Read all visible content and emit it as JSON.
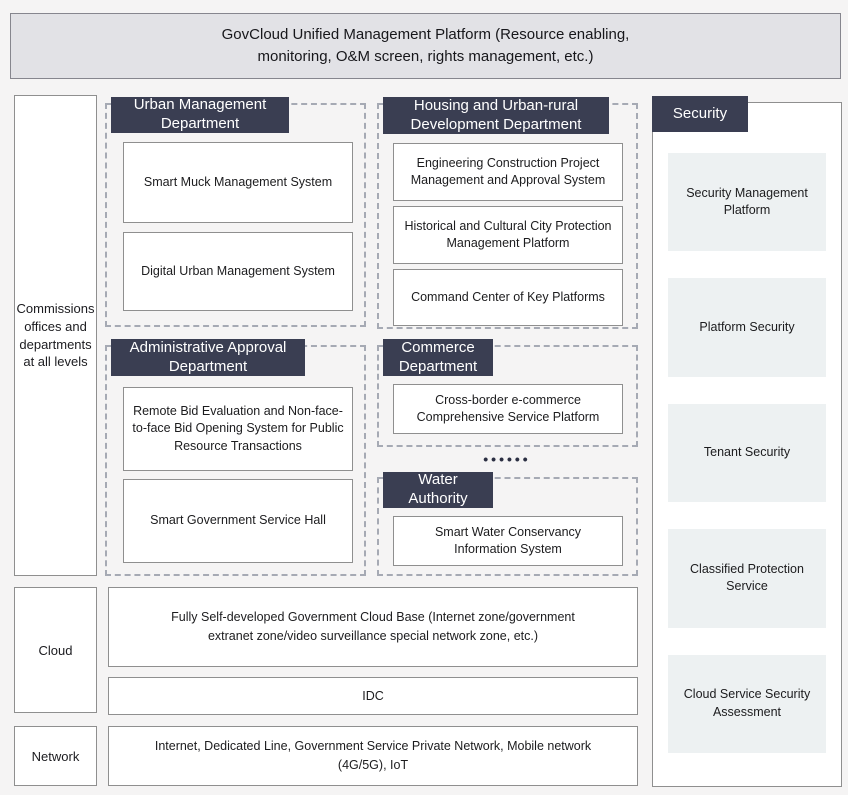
{
  "banner": {
    "title": "GovCloud Unified Management Platform (Resource enabling, monitoring, O&M screen, rights management, etc.)"
  },
  "left_rail": {
    "label": "Commissions offices and departments at all levels"
  },
  "departments": [
    {
      "name": "Urban Management Department",
      "systems": [
        "Smart Muck Management System",
        "Digital Urban Management System"
      ]
    },
    {
      "name": "Housing and Urban-rural Development Department",
      "systems": [
        "Engineering Construction Project Management and Approval System",
        "Historical and Cultural City Protection Management Platform",
        "Command Center of Key Platforms"
      ]
    },
    {
      "name": "Administrative Approval Department",
      "systems": [
        "Remote Bid Evaluation and Non-face-to-face Bid Opening System for Public Resource Transactions",
        "Smart Government Service Hall"
      ]
    },
    {
      "name": "Commerce Department",
      "systems": [
        "Cross-border e-commerce Comprehensive Service Platform"
      ]
    },
    {
      "name": "Water Authority",
      "systems": [
        "Smart Water Conservancy Information System"
      ]
    }
  ],
  "ellipsis": "••••••",
  "security": {
    "title": "Security",
    "items": [
      "Security Management Platform",
      "Platform Security",
      "Tenant Security",
      "Classified Protection Service",
      "Cloud Service Security Assessment"
    ]
  },
  "infrastructure": {
    "cloud_label": "Cloud",
    "cloud_base": "Fully Self-developed Government Cloud Base (Internet zone/government extranet zone/video surveillance special network zone, etc.)",
    "idc": "IDC",
    "network_label": "Network",
    "network_items": "Internet, Dedicated Line, Government Service Private Network, Mobile network (4G/5G), IoT"
  },
  "colors": {
    "badge_bg": "#3a3e52",
    "badge_text": "#ffffff",
    "banner_bg": "#e2e2e6",
    "security_item_bg": "#edf1f2",
    "page_bg": "#f5f4f4",
    "dashed_border": "#a6aab4"
  }
}
